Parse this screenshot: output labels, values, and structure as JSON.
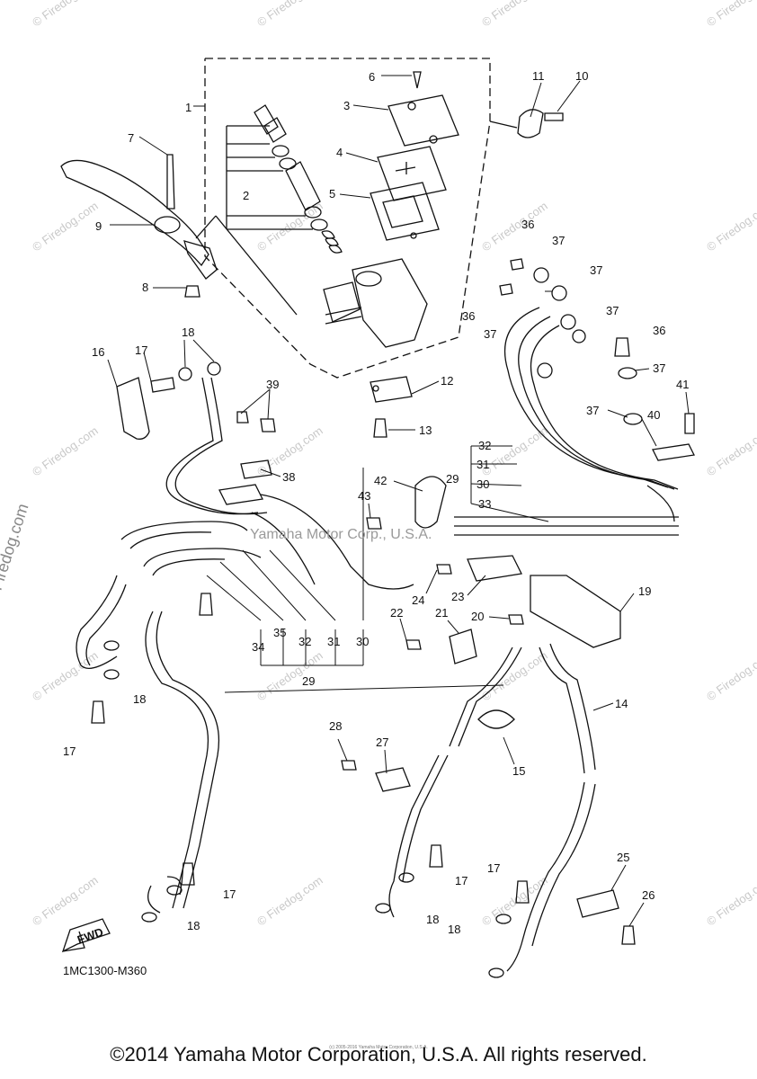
{
  "diagram_code": "1MC1300-M360",
  "copyright": "©2014 Yamaha Motor Corporation, U.S.A. All rights reserved.",
  "tiny_credit": "(c) 2005-2016 Yamaha Motor Corporation, U.S.A.",
  "side_watermark": "© Firedog.com",
  "center_watermark": "Yamaha Motor Corp., U.S.A.",
  "fwd_label": "FWD",
  "watermark_text": "© Firedog.com",
  "colors": {
    "ink": "#111111",
    "watermark": "#c9c9c9",
    "background": "#ffffff"
  },
  "callouts": [
    {
      "id": "c-1",
      "text": "1"
    },
    {
      "id": "c-2",
      "text": "2"
    },
    {
      "id": "c-3",
      "text": "3"
    },
    {
      "id": "c-4",
      "text": "4"
    },
    {
      "id": "c-5",
      "text": "5"
    },
    {
      "id": "c-6",
      "text": "6"
    },
    {
      "id": "c-7",
      "text": "7"
    },
    {
      "id": "c-8",
      "text": "8"
    },
    {
      "id": "c-9",
      "text": "9"
    },
    {
      "id": "c-10",
      "text": "10"
    },
    {
      "id": "c-11",
      "text": "11"
    },
    {
      "id": "c-12",
      "text": "12"
    },
    {
      "id": "c-13",
      "text": "13"
    },
    {
      "id": "c-14",
      "text": "14"
    },
    {
      "id": "c-15",
      "text": "15"
    },
    {
      "id": "c-16",
      "text": "16"
    },
    {
      "id": "c-17a",
      "text": "17"
    },
    {
      "id": "c-17b",
      "text": "17"
    },
    {
      "id": "c-17c",
      "text": "17"
    },
    {
      "id": "c-17d",
      "text": "17"
    },
    {
      "id": "c-17e",
      "text": "17"
    },
    {
      "id": "c-18a",
      "text": "18"
    },
    {
      "id": "c-18b",
      "text": "18"
    },
    {
      "id": "c-18c",
      "text": "18"
    },
    {
      "id": "c-18d",
      "text": "18"
    },
    {
      "id": "c-18e",
      "text": "18"
    },
    {
      "id": "c-19",
      "text": "19"
    },
    {
      "id": "c-20",
      "text": "20"
    },
    {
      "id": "c-21",
      "text": "21"
    },
    {
      "id": "c-22",
      "text": "22"
    },
    {
      "id": "c-23",
      "text": "23"
    },
    {
      "id": "c-24",
      "text": "24"
    },
    {
      "id": "c-25",
      "text": "25"
    },
    {
      "id": "c-26",
      "text": "26"
    },
    {
      "id": "c-27",
      "text": "27"
    },
    {
      "id": "c-28",
      "text": "28"
    },
    {
      "id": "c-29a",
      "text": "29"
    },
    {
      "id": "c-29b",
      "text": "29"
    },
    {
      "id": "c-30a",
      "text": "30"
    },
    {
      "id": "c-30b",
      "text": "30"
    },
    {
      "id": "c-31a",
      "text": "31"
    },
    {
      "id": "c-31b",
      "text": "31"
    },
    {
      "id": "c-32a",
      "text": "32"
    },
    {
      "id": "c-32b",
      "text": "32"
    },
    {
      "id": "c-33",
      "text": "33"
    },
    {
      "id": "c-34",
      "text": "34"
    },
    {
      "id": "c-35",
      "text": "35"
    },
    {
      "id": "c-36a",
      "text": "36"
    },
    {
      "id": "c-36b",
      "text": "36"
    },
    {
      "id": "c-36c",
      "text": "36"
    },
    {
      "id": "c-37a",
      "text": "37"
    },
    {
      "id": "c-37b",
      "text": "37"
    },
    {
      "id": "c-37c",
      "text": "37"
    },
    {
      "id": "c-37d",
      "text": "37"
    },
    {
      "id": "c-37e",
      "text": "37"
    },
    {
      "id": "c-37f",
      "text": "37"
    },
    {
      "id": "c-38",
      "text": "38"
    },
    {
      "id": "c-39",
      "text": "39"
    },
    {
      "id": "c-40",
      "text": "40"
    },
    {
      "id": "c-41",
      "text": "41"
    },
    {
      "id": "c-42",
      "text": "42"
    },
    {
      "id": "c-43",
      "text": "43"
    }
  ]
}
